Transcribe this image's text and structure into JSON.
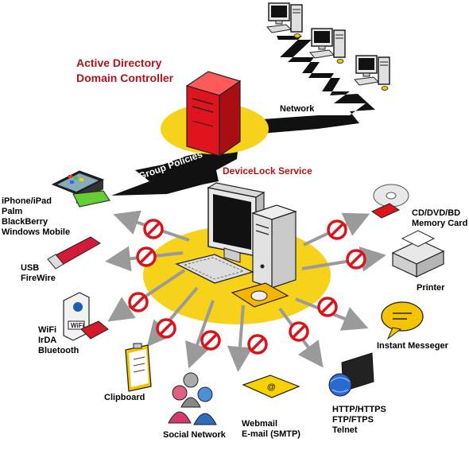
{
  "labels": {
    "ad_line1": "Active Directory",
    "ad_line2": "Domain Controller",
    "network": "Network",
    "group_policies": "Group Policies",
    "devicelock_service": "DeviceLock Service",
    "mobile_1": "iPhone/iPad",
    "mobile_2": "Palm",
    "mobile_3": "BlackBerry",
    "mobile_4": "Windows Mobile",
    "usb_1": "USB",
    "usb_2": "FireWire",
    "wifi_1": "WiFi",
    "wifi_2": "IrDA",
    "wifi_3": "Bluetooth",
    "clipboard": "Clipboard",
    "social_network": "Social Network",
    "webmail_1": "Webmail",
    "webmail_2": "E-mail (SMTP)",
    "http_1": "HTTP/HTTPS",
    "http_2": "FTP/FTPS",
    "http_3": "Telnet",
    "cd_1": "CD/DVD/BD",
    "cd_2": "Memory Card",
    "printer": "Printer",
    "instant_messenger": "Instant Messeger",
    "wifi_badge": "WiFi"
  },
  "colors": {
    "accent_red": "#b3121b",
    "server_red": "#e0141e",
    "ellipse_yellow": "#f7d21a",
    "cable_black": "#111111",
    "arrow_grey": "#9a9a9a",
    "block_sign": "#d9141b"
  }
}
